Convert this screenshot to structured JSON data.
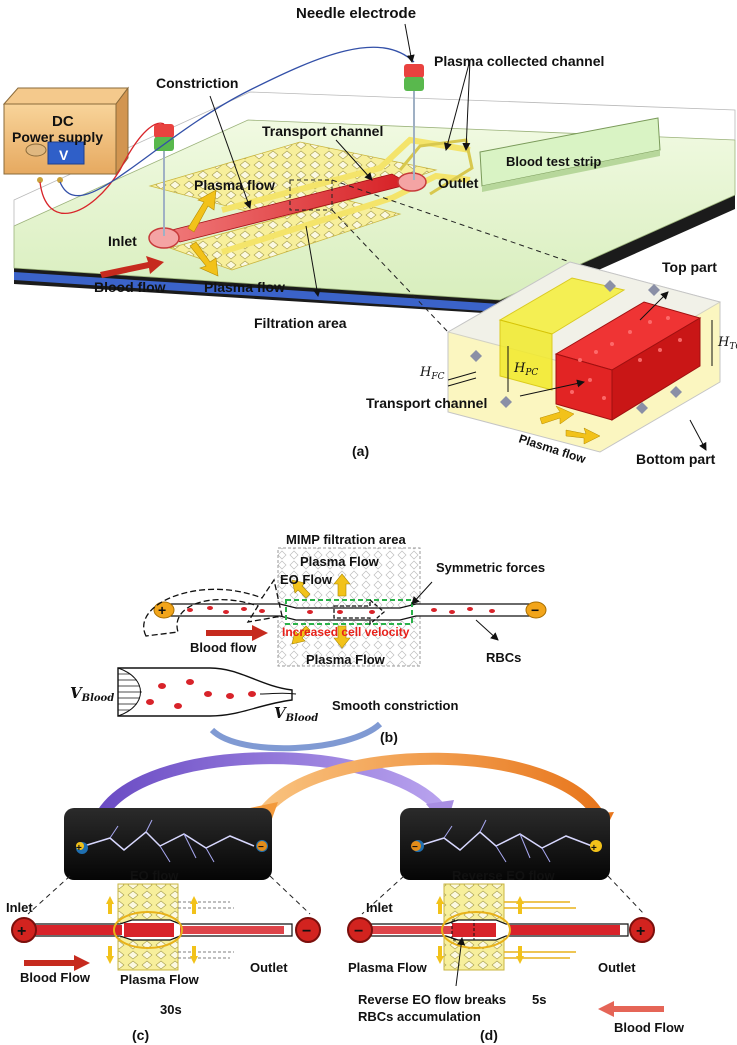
{
  "panel_a": {
    "needle_electrode": "Needle electrode",
    "plasma_collected_channel": "Plasma collected channel",
    "power_supply_line1": "DC",
    "power_supply_line2": "Power supply",
    "meter_symbol": "V",
    "constriction": "Constriction",
    "transport_channel": "Transport channel",
    "blood_test_strip": "Blood test strip",
    "plasma_flow_top": "Plasma flow",
    "outlet": "Outlet",
    "inlet": "Inlet",
    "blood_flow": "Blood flow",
    "plasma_flow_bottom": "Plasma flow",
    "filtration_area": "Filtration area",
    "top_part": "Top part",
    "h_fc_base": "H",
    "h_fc_sub": "FC",
    "h_pc_base": "H",
    "h_pc_sub": "PC",
    "h_tc_base": "H",
    "h_tc_sub": "TC",
    "transport_channel_inset": "Transport channel",
    "plasma_flow_inset": "Plasma flow",
    "bottom_part": "Bottom part",
    "caption": "(a)"
  },
  "panel_b": {
    "mimp_filtration_area": "MIMP filtration area",
    "plasma_flow_top": "Plasma Flow",
    "eo_flow": "EO Flow",
    "symmetric_forces": "Symmetric forces",
    "increased_cell_velocity": "Increased cell velocity",
    "blood_flow": "Blood flow",
    "rbcs": "RBCs",
    "plasma_flow_bottom": "Plasma Flow",
    "v_blood_base": "V",
    "v_blood_sub": "Blood",
    "smooth_constriction": "Smooth constriction",
    "caption": "(b)",
    "plus_sign": "+",
    "minus_sign": "−"
  },
  "panel_c": {
    "inlet": "Inlet",
    "eo_flow": "EO flow",
    "blood_flow": "Blood Flow",
    "plasma_flow": "Plasma Flow",
    "outlet": "Outlet",
    "time": "30s",
    "caption": "(c)",
    "plus_sign": "+",
    "minus_sign": "−"
  },
  "panel_d": {
    "inlet": "Inlet",
    "reverse_eo_flow": "Reverse EO flow",
    "plasma_flow": "Plasma Flow",
    "outlet": "Outlet",
    "note_line1": "Reverse EO flow breaks",
    "note_line2": "RBCs accumulation",
    "time": "5s",
    "blood_flow": "Blood Flow",
    "caption": "(d)",
    "plus_sign": "+",
    "minus_sign": "−"
  },
  "colors": {
    "chip_green": "#e6f5cf",
    "channel_yellow": "#f6e97a",
    "transport_red": "#e5252a",
    "arrow_yellow": "#f2c21a",
    "arrow_red": "#c62a1e",
    "purple_arc": "#8e6fd6",
    "orange_arc": "#f39a3c"
  }
}
